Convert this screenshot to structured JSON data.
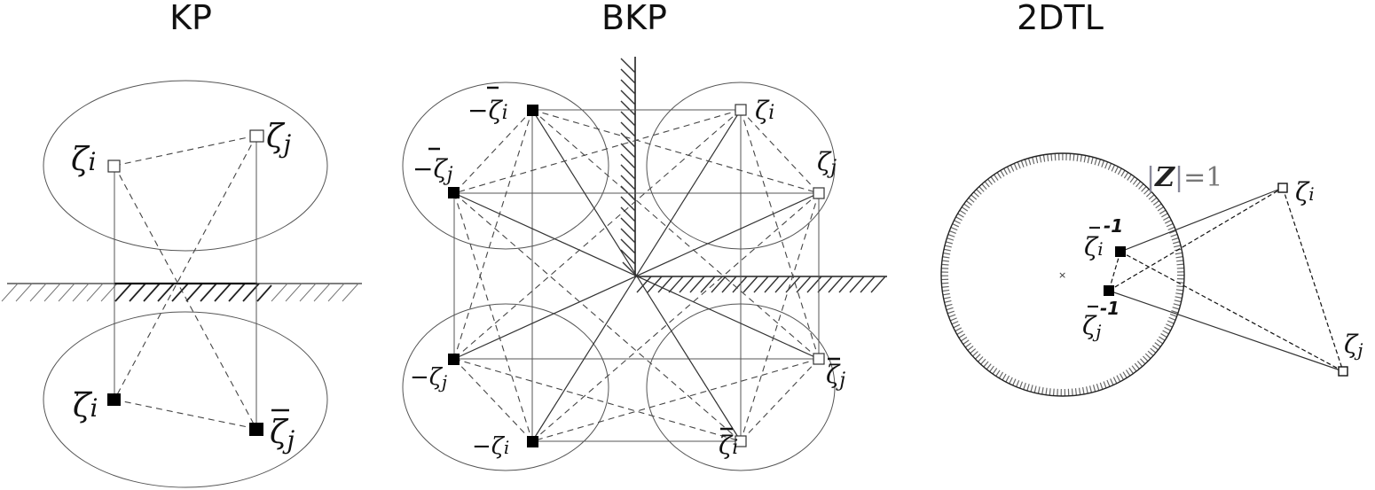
{
  "panels": [
    {
      "id": "kp",
      "title": "KP",
      "points": [
        {
          "label": "ζ",
          "sub": "i",
          "bar": false,
          "minus": false,
          "marker": "open-square"
        },
        {
          "label": "ζ",
          "sub": "j",
          "bar": false,
          "minus": false,
          "marker": "open-square"
        },
        {
          "label": "ζ",
          "sub": "i",
          "bar": true,
          "minus": false,
          "marker": "filled-square"
        },
        {
          "label": "ζ",
          "sub": "j",
          "bar": true,
          "minus": false,
          "marker": "filled-square"
        }
      ],
      "boundary": "horizontal hatched line"
    },
    {
      "id": "bkp",
      "title": "BKP",
      "points": [
        {
          "label": "-ζ",
          "sub": "i",
          "bar": true,
          "marker": "filled-square"
        },
        {
          "label": "ζ",
          "sub": "i",
          "bar": false,
          "marker": "open-square"
        },
        {
          "label": "-ζ",
          "sub": "j",
          "bar": true,
          "marker": "filled-square"
        },
        {
          "label": "ζ",
          "sub": "j",
          "bar": false,
          "marker": "open-square"
        },
        {
          "label": "-ζ",
          "sub": "j",
          "bar": false,
          "marker": "filled-square"
        },
        {
          "label": "ζ",
          "sub": "j",
          "bar": true,
          "marker": "open-square"
        },
        {
          "label": "-ζ",
          "sub": "i",
          "bar": false,
          "marker": "filled-square"
        },
        {
          "label": "ζ",
          "sub": "i",
          "bar": true,
          "marker": "open-square"
        }
      ],
      "boundary": "vertical and horizontal hatched half-lines"
    },
    {
      "id": "2dtl",
      "title": "2DTL",
      "circle_label": "|Z|=1",
      "points": [
        {
          "label": "ζ",
          "sub": "i",
          "sup": "-1",
          "bar": true,
          "marker": "filled-square"
        },
        {
          "label": "ζ",
          "sub": "j",
          "sup": "-1",
          "bar": true,
          "marker": "filled-square"
        },
        {
          "label": "ζ",
          "sub": "i",
          "bar": false,
          "marker": "open-square"
        },
        {
          "label": "ζ",
          "sub": "j",
          "bar": false,
          "marker": "open-square"
        }
      ],
      "boundary": "hatched unit circle"
    }
  ],
  "labels": {
    "kp_title": "KP",
    "bkp_title": "BKP",
    "tdtl_title": "2DTL",
    "zeta": "ζ",
    "minus_zeta": "−ζ",
    "sub_i": "i",
    "sub_j": "j",
    "sup_inv": "-1",
    "unit_circle": "|Z|=1",
    "z_letter": "Z",
    "eq_one": "=1"
  }
}
